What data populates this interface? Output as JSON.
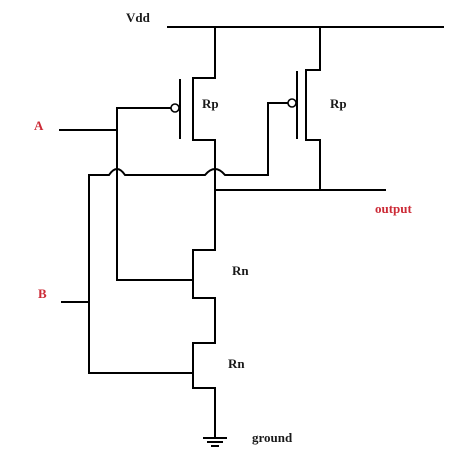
{
  "labels": {
    "vdd": "Vdd",
    "input_a": "A",
    "input_b": "B",
    "output": "output",
    "ground": "ground",
    "pmos_left": "Rp",
    "pmos_right": "Rp",
    "nmos_top": "Rn",
    "nmos_bottom": "Rn"
  },
  "colors": {
    "wire": "#000000",
    "text": "#1a1a1a",
    "io_label": "#cc2a36"
  }
}
